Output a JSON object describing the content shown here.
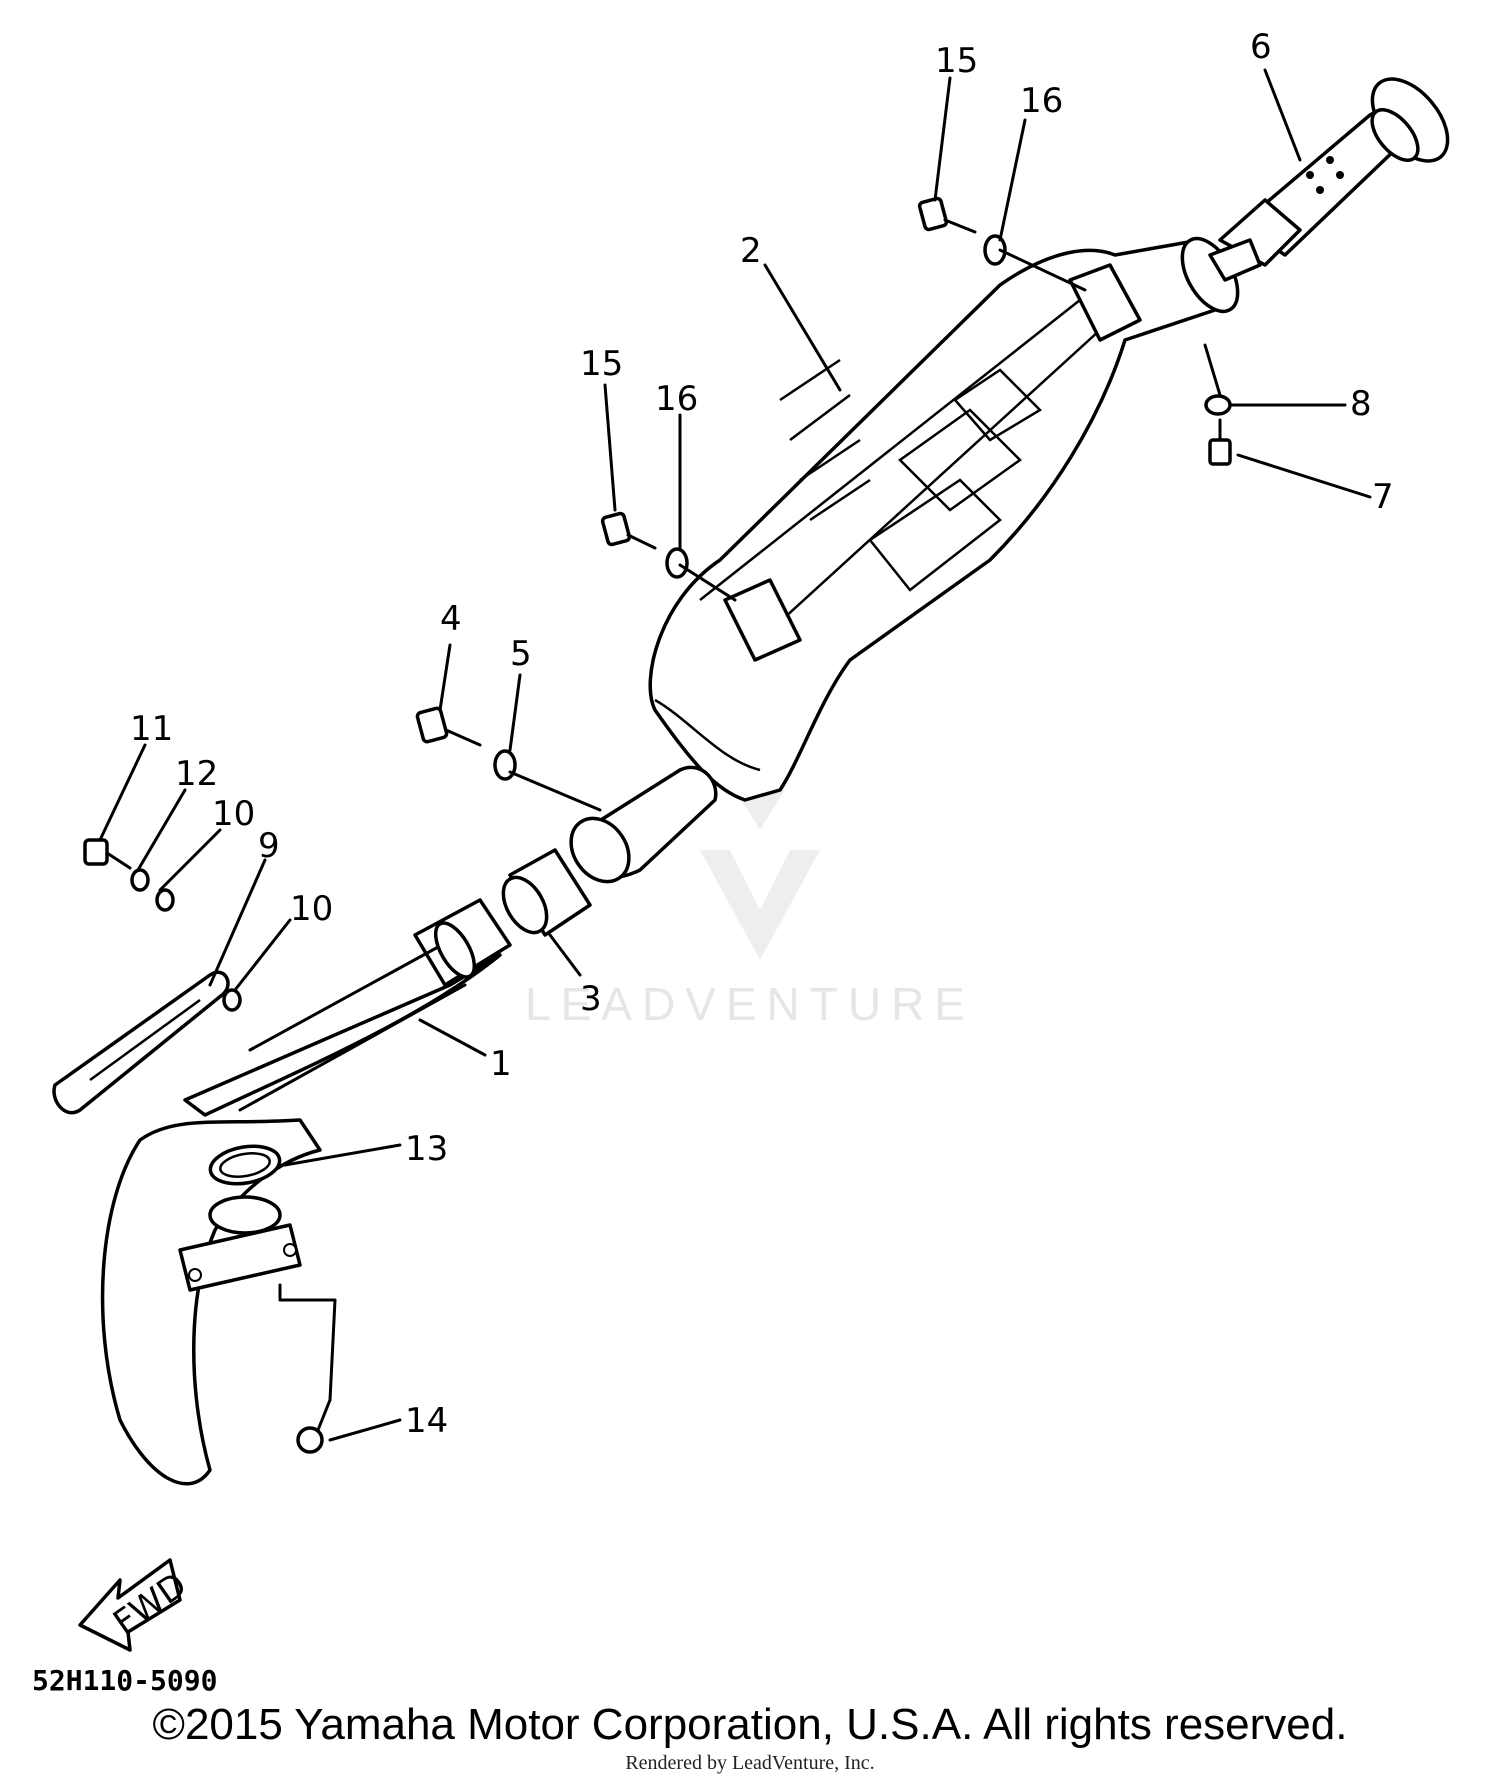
{
  "diagram": {
    "callouts": [
      {
        "id": "c15a",
        "label": "15"
      },
      {
        "id": "c16a",
        "label": "16"
      },
      {
        "id": "c6",
        "label": "6"
      },
      {
        "id": "c2",
        "label": "2"
      },
      {
        "id": "c15b",
        "label": "15"
      },
      {
        "id": "c16b",
        "label": "16"
      },
      {
        "id": "c8",
        "label": "8"
      },
      {
        "id": "c7",
        "label": "7"
      },
      {
        "id": "c4",
        "label": "4"
      },
      {
        "id": "c5",
        "label": "5"
      },
      {
        "id": "c11",
        "label": "11"
      },
      {
        "id": "c12",
        "label": "12"
      },
      {
        "id": "c10a",
        "label": "10"
      },
      {
        "id": "c9",
        "label": "9"
      },
      {
        "id": "c10b",
        "label": "10"
      },
      {
        "id": "c3",
        "label": "3"
      },
      {
        "id": "c1",
        "label": "1"
      },
      {
        "id": "c13",
        "label": "13"
      },
      {
        "id": "c14",
        "label": "14"
      }
    ],
    "fwd_label": "FWD",
    "drawing_code": "52H110-5090",
    "watermark": "LEADVENTURE"
  },
  "footer": {
    "copyright": "©2015 Yamaha Motor Corporation, U.S.A. All rights reserved.",
    "rendered_by": "Rendered by LeadVenture, Inc."
  },
  "colors": {
    "ink": "#000000",
    "background": "#ffffff",
    "watermark": "#e6e6e6"
  }
}
